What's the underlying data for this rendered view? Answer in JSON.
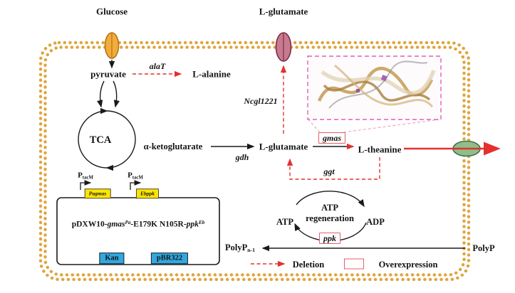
{
  "labels": {
    "glucose": "Glucose",
    "l_glutamate_top": "L-glutamate",
    "pyruvate": "pyruvate",
    "alat": "alaT",
    "l_alanine": "L-alanine",
    "tca": "TCA",
    "alpha_ketoglutarate": "α-ketoglutarate",
    "gdh": "gdh",
    "l_glutamate_mid": "L-glutamate",
    "gmas": "gmas",
    "l_theanine": "L-theanine",
    "ncgl1221": "Ncgl1221",
    "ggt": "ggt",
    "atp": "ATP",
    "atp_regen_line1": "ATP",
    "atp_regen_line2": "regeneration",
    "adp": "ADP",
    "ppk": "ppk",
    "polyp_base": "PolyP",
    "polyp_sub": "n-1",
    "polyp_outer": "PolyP"
  },
  "plasmid": {
    "name_prefix": "pDXW10-",
    "gene1": "gmas",
    "gene1_sup": "Pa",
    "middle": "-E179K N105R-",
    "gene2": "ppk",
    "gene2_sup": "Eb",
    "promoter_base": "P",
    "promoter_sub": "tacM",
    "cassette1": "Pagmas",
    "cassette2": "Ebppk",
    "marker1": "Kan",
    "marker2": "pBR322"
  },
  "legend": {
    "deletion": "Deletion",
    "overexpression": "Overexpression"
  },
  "colors": {
    "membrane": "#dfa43b",
    "deletion_arrow": "#e4312e",
    "overexpression_box_border": "#e4606a",
    "cassette_fill": "#ffe500",
    "marker_fill": "#31a8e0",
    "glucose_transporter": "#f2ac3b",
    "glutamate_transporter": "#c77a90",
    "theanine_transporter": "#8fbe8c",
    "protein_callout": "#e060b0"
  },
  "icons": {
    "glucose_transporter": "membrane-channel-oval",
    "glutamate_exporter": "membrane-channel-oval",
    "theanine_exporter": "membrane-channel-oval",
    "protein_structure": "protein-ribbon-3d"
  }
}
